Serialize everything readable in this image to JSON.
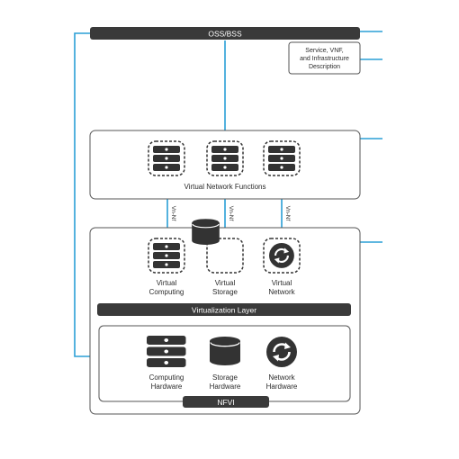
{
  "oss_bss": {
    "label": "OSS/BSS"
  },
  "description_box": {
    "line1": "Service, VNF,",
    "line2": "and Infrastructure",
    "line3": "Description"
  },
  "vnf_box": {
    "label": "Virtual Network Functions"
  },
  "interfaces": {
    "label": "Vn-Nf"
  },
  "virtual_resources": {
    "computing": {
      "line1": "Virtual",
      "line2": "Computing"
    },
    "storage": {
      "line1": "Virtual",
      "line2": "Storage"
    },
    "network": {
      "line1": "Virtual",
      "line2": "Network"
    }
  },
  "virtualization_layer": {
    "label": "Virtualization Layer"
  },
  "hardware_resources": {
    "computing": {
      "line1": "Computing",
      "line2": "Hardware"
    },
    "storage": {
      "line1": "Storage",
      "line2": "Hardware"
    },
    "network": {
      "line1": "Network",
      "line2": "Hardware"
    }
  },
  "nfvi": {
    "label": "NFVI"
  },
  "colors": {
    "accent_blue": "#2a9fd6",
    "dark_bar": "#3a3a3a",
    "box_border": "#555555"
  },
  "icons": {
    "server": "server-stack-icon",
    "storage": "database-cylinder-icon",
    "network": "refresh-cycle-icon"
  }
}
